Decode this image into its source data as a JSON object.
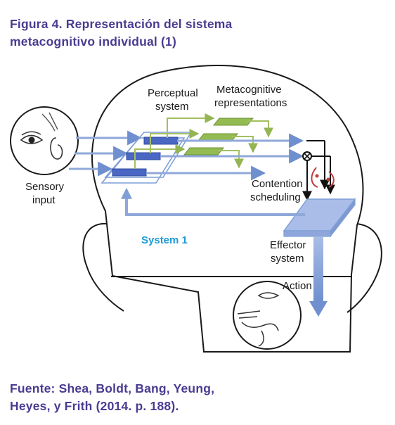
{
  "figure": {
    "title_line1": "Figura 4. Representación del sistema",
    "title_line2": "metacognitivo individual (1)",
    "source_line1": "Fuente: Shea, Boldt, Bang, Yeung,",
    "source_line2": "Heyes, y Frith (2014. p. 188)."
  },
  "diagram": {
    "perceptual_line1": "Perceptual",
    "perceptual_line2": "system",
    "metacognitive_line1": "Metacognitive",
    "metacognitive_line2": "representations",
    "sensory_line1": "Sensory",
    "sensory_line2": "input",
    "contention_line1": "Contention",
    "contention_line2": "scheduling",
    "system1": "System 1",
    "effector_line1": "Effector",
    "effector_line2": "system",
    "action": "Action"
  },
  "colors": {
    "title": "#4a3b91",
    "system1": "#1c9ad6",
    "blue_arrow": "#7f9fd6",
    "green_arrow": "#a3bf5f",
    "effector_box": "#9fb4e3",
    "perceptual_tile": "#4a67c4",
    "metacog_tile": "#93bb52"
  }
}
